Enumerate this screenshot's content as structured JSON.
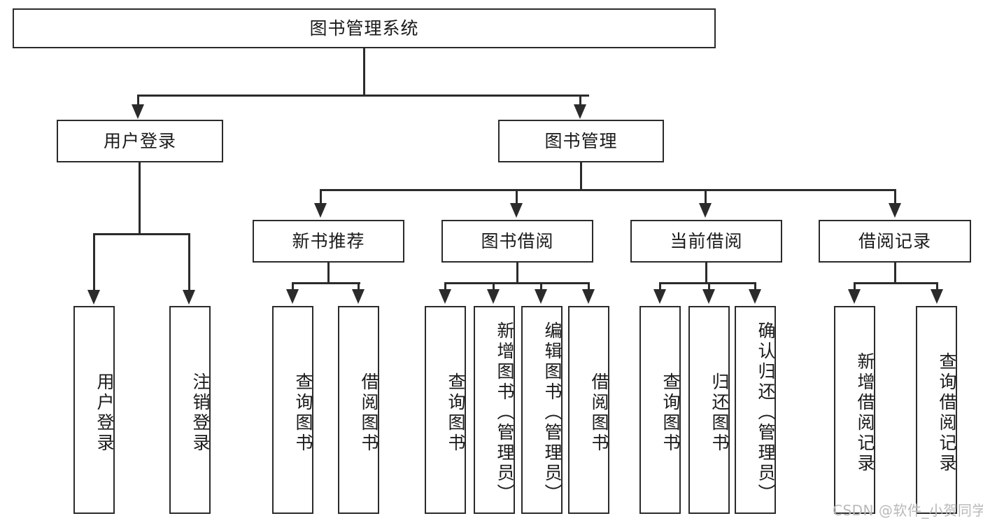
{
  "diagram": {
    "type": "tree-hierarchy",
    "title": "图书管理系统",
    "root": {
      "label": "图书管理系统"
    },
    "level2": [
      {
        "label": "用户登录"
      },
      {
        "label": "图书管理"
      }
    ],
    "level3": [
      {
        "label": "新书推荐"
      },
      {
        "label": "图书借阅"
      },
      {
        "label": "当前借阅"
      },
      {
        "label": "借阅记录"
      }
    ],
    "leaves": {
      "user_login": [
        {
          "label": "用户登录"
        },
        {
          "label": "注销登录"
        }
      ],
      "new_book": [
        {
          "label": "查询图书"
        },
        {
          "label": "借阅图书"
        }
      ],
      "book_borrow": [
        {
          "label": "查询图书"
        },
        {
          "label": "新增图书（管理员）"
        },
        {
          "label": "编辑图书（管理员）"
        },
        {
          "label": "借阅图书"
        }
      ],
      "current_borrow": [
        {
          "label": "查询图书"
        },
        {
          "label": "归还图书"
        },
        {
          "label": "确认归还（管理员）"
        }
      ],
      "borrow_record": [
        {
          "label": "新增借阅记录"
        },
        {
          "label": "查询借阅记录"
        }
      ]
    }
  },
  "watermark": {
    "text": "CSDN @软件_小贺同学"
  },
  "colors": {
    "line": "#2b2b2b",
    "box_border": "#2b2b2b",
    "box_fill": "#ffffff",
    "text": "#1a1a1a",
    "watermark": "#b9b9b9",
    "background": "#ffffff"
  }
}
